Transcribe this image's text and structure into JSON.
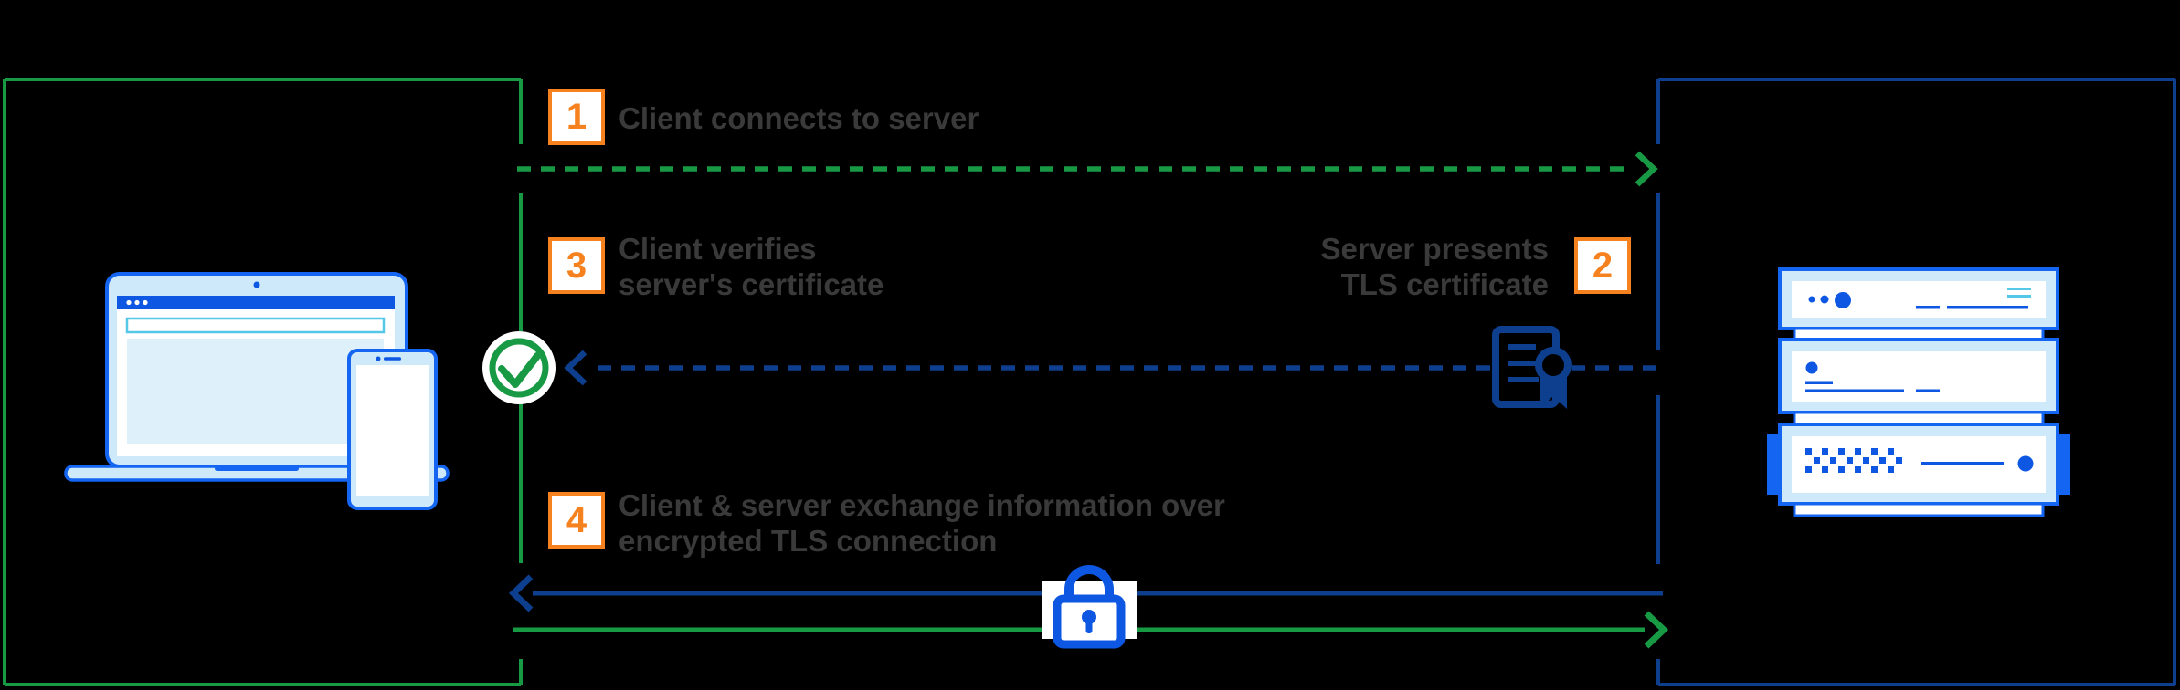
{
  "steps": [
    {
      "number": "1",
      "label": "Client connects to server"
    },
    {
      "number": "2",
      "label": "Server presents\nTLS certificate"
    },
    {
      "number": "3",
      "label": "Client verifies\nserver's certificate"
    },
    {
      "number": "4",
      "label": "Client & server exchange information over\nencrypted TLS connection"
    }
  ],
  "entities": {
    "client": "laptop-and-phone-illustration",
    "server": "server-stack-illustration"
  },
  "icons": {
    "verify": "check-circle-icon",
    "certificate": "tls-certificate-icon",
    "encryption": "padlock-icon"
  },
  "colors": {
    "background": "#000000",
    "green": "#189a44",
    "navy": "#0d3f8e",
    "orange": "#f6821f",
    "blue": "#0d57e2",
    "blue_outline": "#1466f2",
    "light_blue": "#cde9fa",
    "pale_blue": "#def1fb",
    "cyan": "#55c8e8",
    "text": "#3a3a3a",
    "white": "#ffffff"
  }
}
